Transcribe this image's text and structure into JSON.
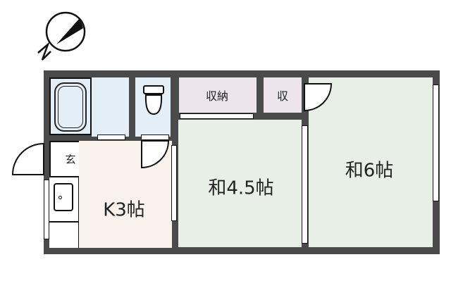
{
  "compass": {
    "label": "N",
    "icon": "north-arrow-icon"
  },
  "colors": {
    "wall": "#4b4a4b",
    "wet_area": "#e3eef7",
    "kitchen": "#f8f1ec",
    "tatami": "#e7efe7",
    "storage": "#ece6ea",
    "entrance": "#ffffff"
  },
  "rooms": {
    "entrance": {
      "label": "玄"
    },
    "kitchen": {
      "label": "K3帖"
    },
    "washitsu_small": {
      "label": "和4.5帖"
    },
    "washitsu_large": {
      "label": "和6帖"
    },
    "closet_large": {
      "label": "収納"
    },
    "closet_small": {
      "label": "収"
    },
    "bath": {
      "label": ""
    },
    "washroom": {
      "label": ""
    },
    "toilet": {
      "label": ""
    }
  }
}
